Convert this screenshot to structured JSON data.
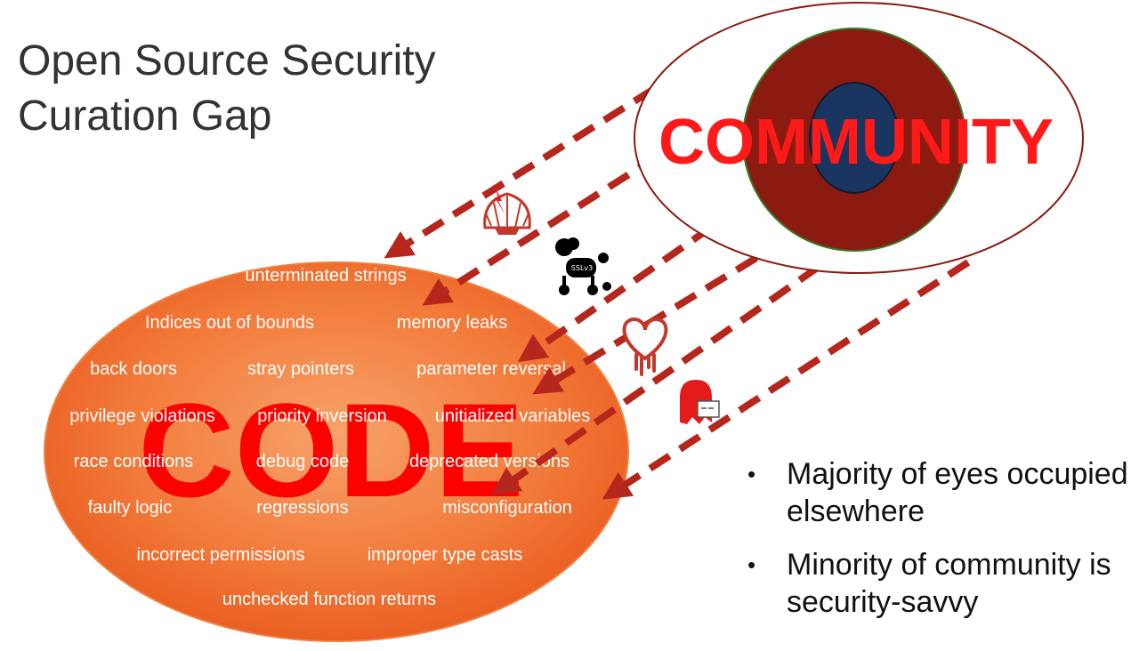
{
  "title": {
    "line1": "Open Source Security",
    "line2": "Curation Gap"
  },
  "community": {
    "label": "COMMUNITY"
  },
  "code": {
    "label": "CODE",
    "issues": [
      "unterminated strings",
      "Indices out of bounds",
      "memory leaks",
      "back doors",
      "stray pointers",
      "parameter reversal",
      "privilege violations",
      "priority inversion",
      "unitialized variables",
      "race conditions",
      "debug code",
      "deprecated versions",
      "faulty logic",
      "regressions",
      "misconfiguration",
      "incorrect permissions",
      "improper type casts",
      "unchecked function returns"
    ]
  },
  "vulnerability_icons": [
    {
      "name": "shellshock-icon",
      "caption": ""
    },
    {
      "name": "poodle-icon",
      "caption": "SSLv3"
    },
    {
      "name": "heartbleed-icon",
      "caption": ""
    },
    {
      "name": "ghost-icon",
      "caption": ""
    }
  ],
  "bullets": [
    "Majority of eyes occupied elsewhere",
    "Minority of community is security-savvy"
  ],
  "colors": {
    "arrow": "#b5261c",
    "community_red": "#ff1a1a",
    "eye_iris": "#8b1a10",
    "eye_pupil": "#1a3560",
    "code_orange": "#f26a2c",
    "code_text_red": "#ff0000"
  }
}
